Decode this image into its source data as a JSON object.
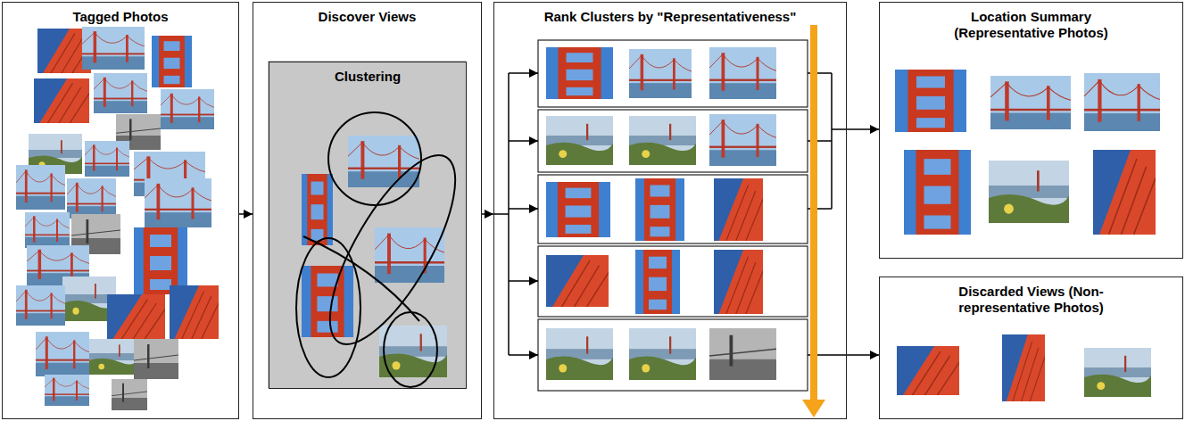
{
  "diagram": {
    "nodes": [
      {
        "text": [
          "Tagged Photos"
        ]
      },
      {
        "text": [
          "Discover Views"
        ]
      },
      {
        "text": [
          "Clustering"
        ],
        "in": 1
      },
      {
        "text": [
          "Rank Clusters by \"Representativeness\""
        ]
      },
      {
        "text": [
          "Location Summary (Representative Photos)"
        ]
      },
      {
        "text": [
          "Discarded Views (Non-representative Photos)"
        ]
      }
    ],
    "edges": [
      {
        "from": 0,
        "to": 1,
        "arrow": "to"
      },
      {
        "from": 1,
        "to": 3,
        "arrow": "to"
      },
      {
        "from": 3,
        "to": 4,
        "arrow": "to"
      },
      {
        "from": 3,
        "to": 5,
        "arrow": "to"
      }
    ]
  }
}
